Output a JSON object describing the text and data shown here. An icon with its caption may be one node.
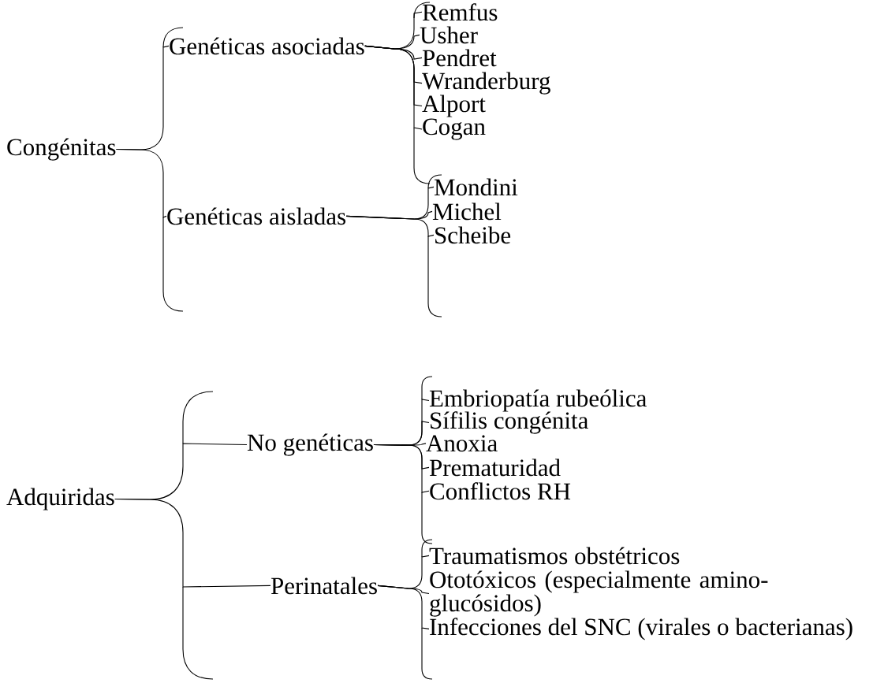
{
  "diagram": {
    "nodes": [
      {
        "text": [
          "Congénitas"
        ]
      },
      {
        "text": [
          "Genéticas  asociadas"
        ]
      },
      {
        "text": [
          "Remfus"
        ]
      },
      {
        "text": [
          "Usher"
        ]
      },
      {
        "text": [
          "Pendret"
        ]
      },
      {
        "text": [
          "Wranderburg"
        ]
      },
      {
        "text": [
          "Alport"
        ]
      },
      {
        "text": [
          "Cogan"
        ]
      },
      {
        "text": [
          "Genéticas aisladas"
        ]
      },
      {
        "text": [
          "Mondini"
        ]
      },
      {
        "text": [
          "Michel"
        ]
      },
      {
        "text": [
          "Scheibe"
        ]
      },
      {
        "text": [
          "Adquiridas"
        ]
      },
      {
        "text": [
          "No genéticas"
        ]
      },
      {
        "text": [
          "Embriopatía rubeólica"
        ]
      },
      {
        "text": [
          "Sífilis congénita"
        ]
      },
      {
        "text": [
          "Anoxia"
        ]
      },
      {
        "text": [
          "Prematuridad"
        ]
      },
      {
        "text": [
          "Conflictos RH"
        ]
      },
      {
        "text": [
          "Perinatales"
        ]
      },
      {
        "text": [
          "Traumatismos obstétricos"
        ]
      },
      {
        "text": [
          "Ototóxicos (especialmente  amino- glucósidos)"
        ]
      },
      {
        "text": [
          "Infecciones del SNC (virales o bacterianas)"
        ]
      }
    ],
    "edges": [
      {
        "from": 0,
        "to": 1,
        "arrow": "none"
      },
      {
        "from": 0,
        "to": 8,
        "arrow": "none"
      },
      {
        "from": 1,
        "to": 2,
        "arrow": "none"
      },
      {
        "from": 1,
        "to": 3,
        "arrow": "none"
      },
      {
        "from": 1,
        "to": 4,
        "arrow": "none"
      },
      {
        "from": 1,
        "to": 5,
        "arrow": "none"
      },
      {
        "from": 1,
        "to": 6,
        "arrow": "none"
      },
      {
        "from": 1,
        "to": 7,
        "arrow": "none"
      },
      {
        "from": 8,
        "to": 9,
        "arrow": "none"
      },
      {
        "from": 8,
        "to": 10,
        "arrow": "none"
      },
      {
        "from": 8,
        "to": 11,
        "arrow": "none"
      },
      {
        "from": 12,
        "to": 13,
        "arrow": "none"
      },
      {
        "from": 12,
        "to": 19,
        "arrow": "none"
      },
      {
        "from": 13,
        "to": 14,
        "arrow": "none"
      },
      {
        "from": 13,
        "to": 15,
        "arrow": "none"
      },
      {
        "from": 13,
        "to": 16,
        "arrow": "none"
      },
      {
        "from": 13,
        "to": 17,
        "arrow": "none"
      },
      {
        "from": 13,
        "to": 18,
        "arrow": "none"
      },
      {
        "from": 19,
        "to": 20,
        "arrow": "none"
      },
      {
        "from": 19,
        "to": 21,
        "arrow": "none"
      },
      {
        "from": 19,
        "to": 22,
        "arrow": "none"
      }
    ]
  }
}
